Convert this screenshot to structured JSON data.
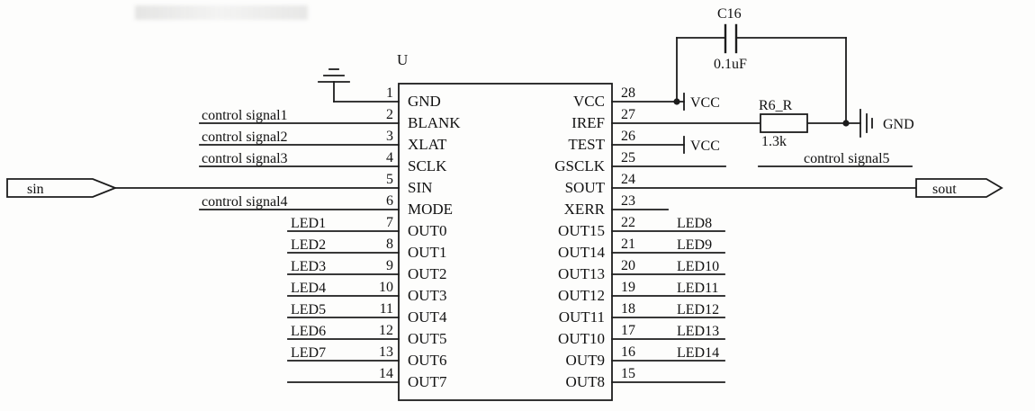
{
  "schematic": {
    "ic_designator": "U",
    "left_pins": [
      {
        "num": "1",
        "name": "GND",
        "label": ""
      },
      {
        "num": "2",
        "name": "BLANK",
        "label": "control signal1"
      },
      {
        "num": "3",
        "name": "XLAT",
        "label": "control signal2"
      },
      {
        "num": "4",
        "name": "SCLK",
        "label": "control signal3"
      },
      {
        "num": "5",
        "name": "SIN",
        "label": ""
      },
      {
        "num": "6",
        "name": "MODE",
        "label": "control signal4"
      },
      {
        "num": "7",
        "name": "OUT0",
        "label": "LED1"
      },
      {
        "num": "8",
        "name": "OUT1",
        "label": "LED2"
      },
      {
        "num": "9",
        "name": "OUT2",
        "label": "LED3"
      },
      {
        "num": "10",
        "name": "OUT3",
        "label": "LED4"
      },
      {
        "num": "11",
        "name": "OUT4",
        "label": "LED5"
      },
      {
        "num": "12",
        "name": "OUT5",
        "label": "LED6"
      },
      {
        "num": "13",
        "name": "OUT6",
        "label": "LED7"
      },
      {
        "num": "14",
        "name": "OUT7",
        "label": ""
      }
    ],
    "right_pins": [
      {
        "num": "28",
        "name": "VCC",
        "label": ""
      },
      {
        "num": "27",
        "name": "IREF",
        "label": ""
      },
      {
        "num": "26",
        "name": "TEST",
        "label": ""
      },
      {
        "num": "25",
        "name": "GSCLK",
        "label": ""
      },
      {
        "num": "24",
        "name": "SOUT",
        "label": ""
      },
      {
        "num": "23",
        "name": "XERR",
        "label": ""
      },
      {
        "num": "22",
        "name": "OUT15",
        "label": "LED8"
      },
      {
        "num": "21",
        "name": "OUT14",
        "label": "LED9"
      },
      {
        "num": "20",
        "name": "OUT13",
        "label": "LED10"
      },
      {
        "num": "19",
        "name": "OUT12",
        "label": "LED11"
      },
      {
        "num": "18",
        "name": "OUT11",
        "label": "LED12"
      },
      {
        "num": "17",
        "name": "OUT10",
        "label": "LED13"
      },
      {
        "num": "16",
        "name": "OUT9",
        "label": "LED14"
      },
      {
        "num": "15",
        "name": "OUT8",
        "label": ""
      }
    ],
    "capacitor": {
      "ref": "C16",
      "value": "0.1uF"
    },
    "resistor": {
      "ref": "R6_R",
      "value": "1.3k"
    },
    "power_labels": {
      "vcc_pin28": "VCC",
      "vcc_pin26": "VCC",
      "gnd_right": "GND"
    },
    "net_labels": {
      "control_signal5": "control signal5"
    },
    "ports": {
      "sin": "sin",
      "sout": "sout"
    }
  }
}
